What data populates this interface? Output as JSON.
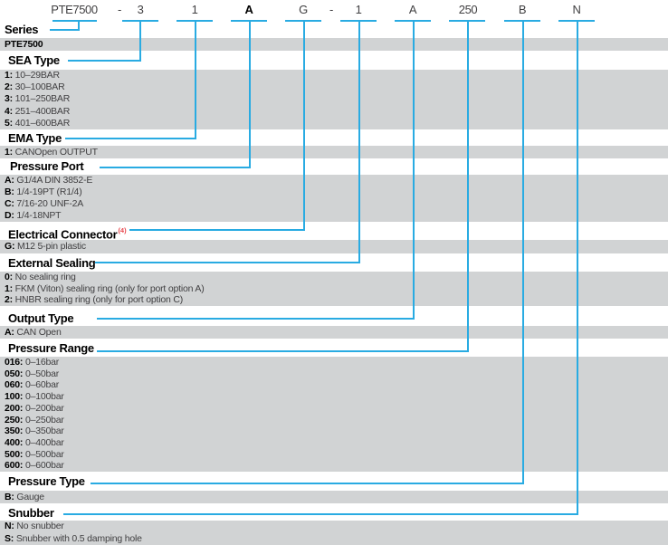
{
  "colors": {
    "accent": "#29abe2",
    "band_gray": "#d1d3d4",
    "footnote_red": "#e8484f",
    "text_dark": "#414042",
    "text_black": "#000000"
  },
  "code_row": {
    "segments": [
      {
        "label": "PTE7500",
        "bold": false
      },
      {
        "label": "-",
        "dash": true
      },
      {
        "label": "3",
        "bold": false
      },
      {
        "label": "1",
        "bold": false
      },
      {
        "label": "A",
        "bold": true
      },
      {
        "label": "G",
        "bold": false
      },
      {
        "label": "-",
        "dash": true
      },
      {
        "label": "1",
        "bold": false
      },
      {
        "label": "A",
        "bold": false
      },
      {
        "label": "250",
        "bold": false
      },
      {
        "label": "B",
        "bold": false
      },
      {
        "label": "N",
        "bold": false
      }
    ]
  },
  "sections": [
    {
      "title": "Series",
      "superscript": "",
      "options": [
        {
          "code": "PTE7500",
          "desc": ""
        }
      ]
    },
    {
      "title": "SEA Type",
      "superscript": "",
      "options": [
        {
          "code": "1:",
          "desc": "10–29BAR"
        },
        {
          "code": "2:",
          "desc": "30–100BAR"
        },
        {
          "code": "3:",
          "desc": "101–250BAR"
        },
        {
          "code": "4:",
          "desc": "251–400BAR"
        },
        {
          "code": "5:",
          "desc": "401–600BAR"
        }
      ]
    },
    {
      "title": "EMA Type",
      "superscript": "",
      "options": [
        {
          "code": "1:",
          "desc": "CANOpen OUTPUT"
        }
      ]
    },
    {
      "title": "Pressure Port",
      "superscript": "",
      "options": [
        {
          "code": "A:",
          "desc": "G1/4A DIN 3852-E"
        },
        {
          "code": "B:",
          "desc": "1/4-19PT (R1/4)"
        },
        {
          "code": "C:",
          "desc": "7/16-20 UNF-2A"
        },
        {
          "code": "D:",
          "desc": "1/4-18NPT"
        }
      ]
    },
    {
      "title": "Electrical Connector",
      "superscript": "(4)",
      "options": [
        {
          "code": "G:",
          "desc": "M12 5-pin plastic"
        }
      ]
    },
    {
      "title": "External Sealing",
      "superscript": "",
      "options": [
        {
          "code": "0:",
          "desc": "No sealing ring"
        },
        {
          "code": "1:",
          "desc": "FKM (Viton) sealing ring (only for port option A)"
        },
        {
          "code": "2:",
          "desc": "HNBR sealing ring (only for port option C)"
        }
      ]
    },
    {
      "title": "Output Type",
      "superscript": "",
      "options": [
        {
          "code": "A:",
          "desc": "CAN Open"
        }
      ]
    },
    {
      "title": "Pressure Range",
      "superscript": "",
      "options": [
        {
          "code": "016:",
          "desc": "0–16bar"
        },
        {
          "code": "050:",
          "desc": "0–50bar"
        },
        {
          "code": "060:",
          "desc": "0–60bar"
        },
        {
          "code": "100:",
          "desc": "0–100bar"
        },
        {
          "code": "200:",
          "desc": "0–200bar"
        },
        {
          "code": "250:",
          "desc": "0–250bar"
        },
        {
          "code": "350:",
          "desc": "0–350bar"
        },
        {
          "code": "400:",
          "desc": "0–400bar"
        },
        {
          "code": "500:",
          "desc": "0–500bar"
        },
        {
          "code": "600:",
          "desc": "0–600bar"
        }
      ]
    },
    {
      "title": "Pressure Type",
      "superscript": "",
      "options": [
        {
          "code": "B:",
          "desc": "Gauge"
        }
      ]
    },
    {
      "title": "Snubber",
      "superscript": "",
      "options": [
        {
          "code": "N:",
          "desc": "No snubber"
        },
        {
          "code": "S:",
          "desc": "Snubber with 0.5 damping hole"
        }
      ]
    }
  ]
}
